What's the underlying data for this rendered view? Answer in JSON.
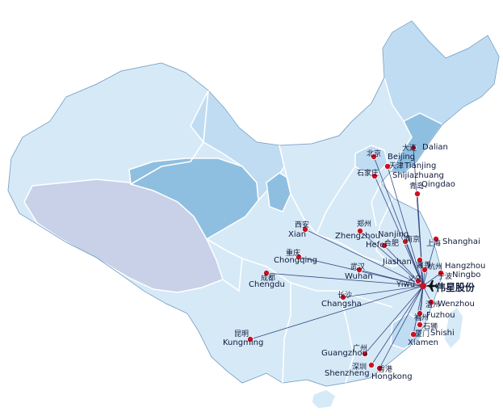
{
  "colors": {
    "sea": "#ffffff",
    "land": "#d6e9f7",
    "land_mid": "#bfdcf2",
    "land_dark": "#8fbfe0",
    "land_grey": "#c9d1e8",
    "border": "#ffffff",
    "outline": "#7aa6c9",
    "route": "#1a2e6e",
    "dot": "#cc1122",
    "text": "#0d1a3a"
  },
  "hub": {
    "label": "伟星股份",
    "icon": "airplane-icon"
  },
  "cities": [
    {
      "id": "beijing",
      "en": "Beijing",
      "cn": "北京"
    },
    {
      "id": "dalian",
      "en": "Dalian",
      "cn": "大连"
    },
    {
      "id": "tianjing",
      "en": "Tianjing",
      "cn": "天津"
    },
    {
      "id": "shijiazhuang",
      "en": "Shijiazhuang",
      "cn": "石家庄"
    },
    {
      "id": "qingdao",
      "en": "Qingdao",
      "cn": "青岛"
    },
    {
      "id": "xian",
      "en": "Xian",
      "cn": "西安"
    },
    {
      "id": "zhengzhou",
      "en": "Zhengzhou",
      "cn": "郑州"
    },
    {
      "id": "nanjing",
      "en": "Nanjing",
      "cn": "南京"
    },
    {
      "id": "hefei",
      "en": "Hefei",
      "cn": "合肥"
    },
    {
      "id": "shanghai",
      "en": "Shanghai",
      "cn": "上海"
    },
    {
      "id": "chongqing",
      "en": "Chongqing",
      "cn": "重庆"
    },
    {
      "id": "jiashan",
      "en": "Jiashan",
      "cn": "嘉善"
    },
    {
      "id": "hangzhou",
      "en": "Hangzhou",
      "cn": "杭州"
    },
    {
      "id": "ningbo",
      "en": "Ningbo",
      "cn": "宁波"
    },
    {
      "id": "wuhan",
      "en": "Wuhan",
      "cn": "武汉"
    },
    {
      "id": "chengdu",
      "en": "Chengdu",
      "cn": "成都"
    },
    {
      "id": "yiwu",
      "en": "Yiwu",
      "cn": "义乌"
    },
    {
      "id": "changsha",
      "en": "Changsha",
      "cn": "长沙"
    },
    {
      "id": "wenzhou",
      "en": "Wenzhou",
      "cn": "温州"
    },
    {
      "id": "fuzhou",
      "en": "Fuzhou",
      "cn": "福州"
    },
    {
      "id": "shishi",
      "en": "Shishi",
      "cn": "石狮"
    },
    {
      "id": "xiamen",
      "en": "Xiamen",
      "cn": "厦门"
    },
    {
      "id": "kungming",
      "en": "Kungming",
      "cn": "昆明"
    },
    {
      "id": "guangzhou",
      "en": "Guangzhou",
      "cn": "广州"
    },
    {
      "id": "shenzheng",
      "en": "Shenzheng",
      "cn": "深圳"
    },
    {
      "id": "hongkong",
      "en": "Hongkong",
      "cn": "香港"
    }
  ]
}
